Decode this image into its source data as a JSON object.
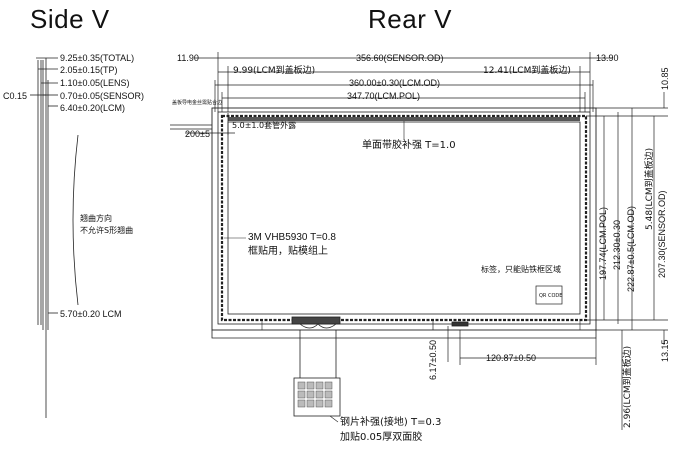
{
  "titles": {
    "side": "Side V",
    "rear": "Rear V"
  },
  "side_view": {
    "dims": [
      "9.25±0.35(TOTAL)",
      "2.05±0.15(TP)",
      "1.10±0.05(LENS)",
      "0.70±0.05(SENSOR)",
      "6.40±0.20(LCM)"
    ],
    "c_label": "C0.15",
    "curve_note": [
      "翘曲方向",
      "不允许S形翘曲"
    ],
    "lcm_dim": "5.70±0.20  LCM"
  },
  "rear_view": {
    "top_dims": {
      "left_gap": "11.90",
      "sensor_od": "356.60(SENSOR.OD)",
      "right_gap": "13.90",
      "lcm_left": "9.99(LCM到盖板边)",
      "lcm_right": "12.41(LCM到盖板边)",
      "lcm_od": "360.00±0.30(LCM.OD)",
      "lcm_pol": "347.70(LCM.POL)"
    },
    "small_note": "盖板导电金丝需贴合边",
    "cable_dim": "200±5",
    "cable_note": "5.0±1.0套管外露",
    "reinforce_top": "单面带胶补强 T=1.0",
    "tape_note": [
      "3M VHB5930 T=0.8",
      "框贴用，贴模组上"
    ],
    "label_note": "标签，只能贴铁框区域",
    "label_box": "QR CODE",
    "right_dims": {
      "top_gap": "10.85",
      "lcm_pol": "197.74(LCM.POL)",
      "d1": "212.30±0.30",
      "lcm_od": "222.87±0.5(LCM.OD)",
      "lcm_edge": "5.48(LCM到盖板边)",
      "sensor_od": "207.30(SENSOR.OD)",
      "bottom_gap": "13.15",
      "bottom_lcm": "2.96(LCM到盖板边)"
    },
    "bottom_dims": {
      "fpc_offset": "6.17±0.50",
      "fpc_pos": "120.87±0.50"
    },
    "fpc_note": [
      "钢片补强(接地) T=0.3",
      "加贴0.05厚双面胶"
    ]
  }
}
